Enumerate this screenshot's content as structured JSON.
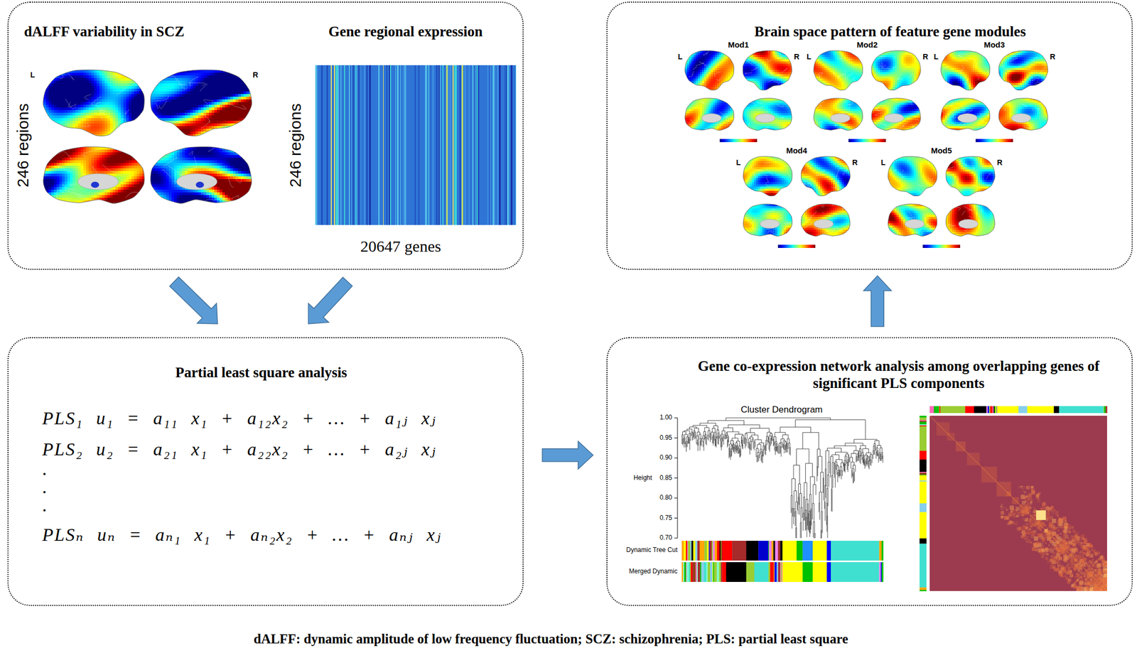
{
  "diagram": {
    "caption": "dALFF: dynamic amplitude of low frequency fluctuation; SCZ: schizophrenia; PLS: partial least square",
    "nodes": [
      {
        "text": [
          "dALFF variability in SCZ",
          "Gene regional expression"
        ]
      },
      {
        "text": [
          "Brain space pattern of feature gene modules"
        ]
      },
      {
        "text": [
          "Partial least square analysis"
        ]
      },
      {
        "text": [
          "Gene co-expression network analysis among overlapping genes of significant PLS components"
        ]
      }
    ],
    "edges": [
      {
        "from": 0,
        "to": 2,
        "arrow": "to"
      },
      {
        "from": 0,
        "to": 2,
        "arrow": "to"
      },
      {
        "from": 2,
        "to": 3,
        "arrow": "to"
      },
      {
        "from": 3,
        "to": 1,
        "arrow": "to"
      }
    ],
    "labels": [
      "L",
      "R",
      "246 regions",
      "246 regions",
      "20647 genes",
      "Mod1",
      "L",
      "R",
      "Mod2",
      "L",
      "R",
      "Mod3",
      "L",
      "R",
      "Mod4",
      "L",
      "R",
      "Mod5",
      "L",
      "R",
      "PLS₁ u₁ = a₁₁ x₁ + a₁₂x₂ + … + a₁ⱼ xⱼ",
      "PLS₂ u₂ = a₂₁ x₁ + a₂₂x₂ + … + a₂ⱼ xⱼ",
      ".",
      ".",
      ".",
      "PLSₙ uₙ = aₙ₁ x₁ + aₙ₂x₂ + … + aₙⱼ xⱼ",
      "Cluster Dendrogram",
      "1.00",
      "0.95",
      "0.90",
      "0.85",
      "0.80",
      "0.75",
      "0.70",
      "Height",
      "Dynamic Tree Cut",
      "Merged Dynamic"
    ]
  }
}
